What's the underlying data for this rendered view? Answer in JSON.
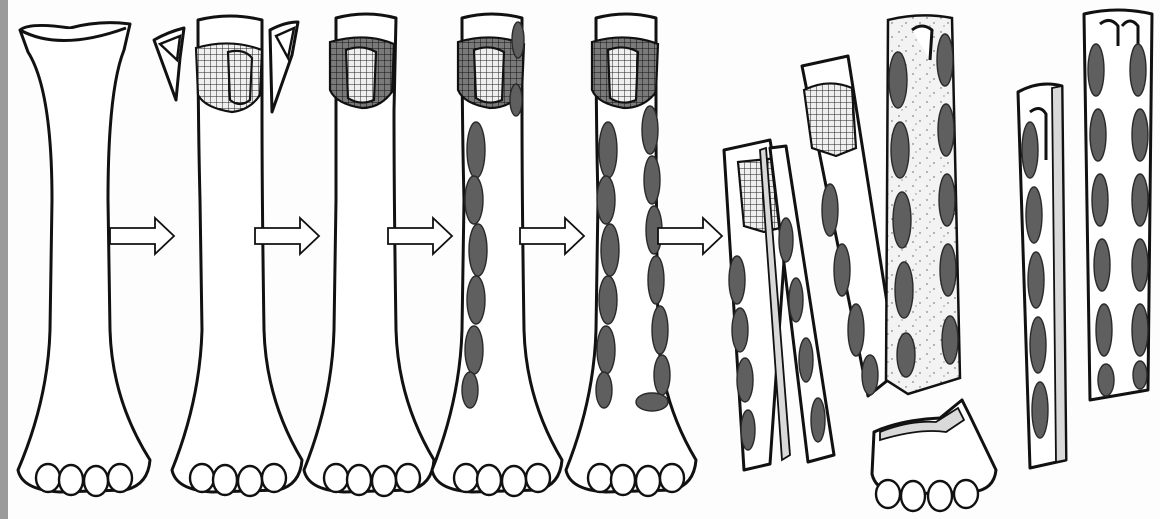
{
  "figure": {
    "description_text": "",
    "steps": 6,
    "stages": [
      {
        "id": "stage-1",
        "label": ""
      },
      {
        "id": "stage-2",
        "label": ""
      },
      {
        "id": "stage-3",
        "label": ""
      },
      {
        "id": "stage-4",
        "label": ""
      },
      {
        "id": "stage-5",
        "label": ""
      },
      {
        "id": "stage-6",
        "label": ""
      }
    ]
  }
}
